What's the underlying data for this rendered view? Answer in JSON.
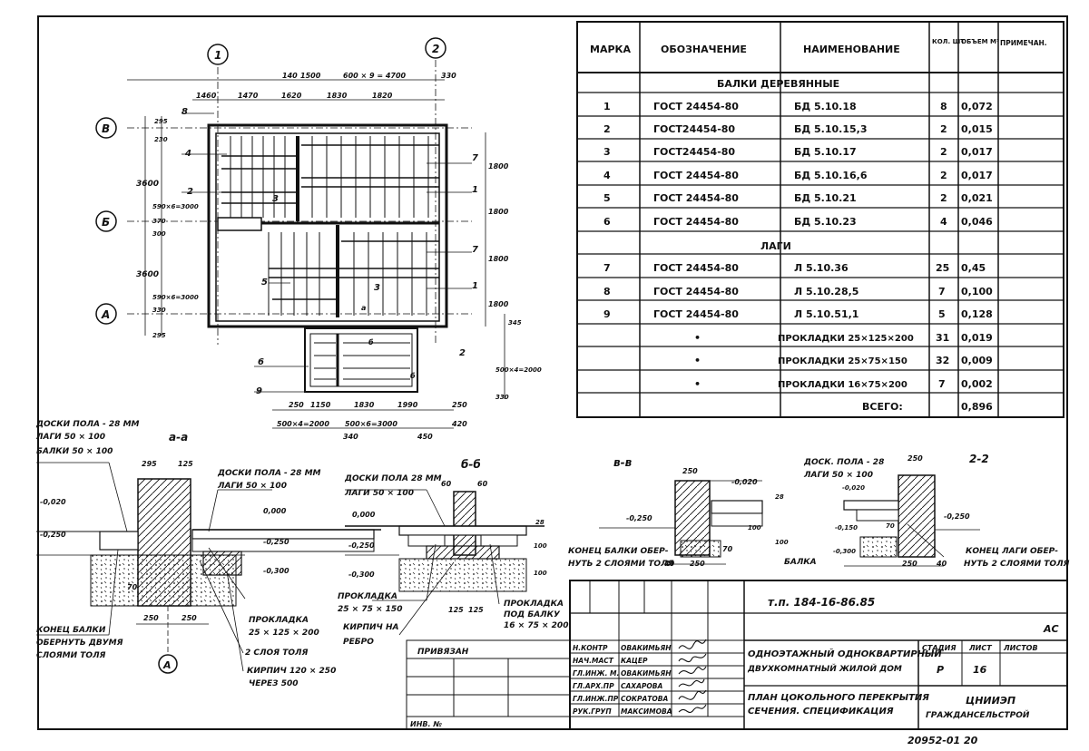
{
  "spec_table": {
    "headers": [
      "МАРКА",
      "ОБОЗНАЧЕНИЕ",
      "НАИМЕНОВАНИЕ",
      "КОЛ. ШТ",
      "ОБЪЕМ М³",
      "ПРИМЕЧАН."
    ],
    "section_beams": "БАЛКИ ДЕРЕВЯННЫЕ",
    "section_joists": "ЛАГИ",
    "beams": [
      {
        "mark": "1",
        "code": "ГОСТ 24454-80",
        "name": "БД 5.10.18",
        "qty": "8",
        "vol": "0,072"
      },
      {
        "mark": "2",
        "code": "ГОСТ24454-80",
        "name": "БД 5.10.15,3",
        "qty": "2",
        "vol": "0,015"
      },
      {
        "mark": "3",
        "code": "ГОСТ24454-80",
        "name": "БД 5.10.17",
        "qty": "2",
        "vol": "0,017"
      },
      {
        "mark": "4",
        "code": "ГОСТ 24454-80",
        "name": "БД 5.10.16,6",
        "qty": "2",
        "vol": "0,017"
      },
      {
        "mark": "5",
        "code": "ГОСТ 24454-80",
        "name": "БД 5.10.21",
        "qty": "2",
        "vol": "0,021"
      },
      {
        "mark": "6",
        "code": "ГОСТ 24454-80",
        "name": "БД 5.10.23",
        "qty": "4",
        "vol": "0,046"
      }
    ],
    "joists": [
      {
        "mark": "7",
        "code": "ГОСТ 24454-80",
        "name": "Л 5.10.36",
        "qty": "25",
        "vol": "0,45"
      },
      {
        "mark": "8",
        "code": "ГОСТ 24454-80",
        "name": "Л 5.10.28,5",
        "qty": "7",
        "vol": "0,100"
      },
      {
        "mark": "9",
        "code": "ГОСТ 24454-80",
        "name": "Л 5.10.51,1",
        "qty": "5",
        "vol": "0,128"
      }
    ],
    "pads": [
      {
        "mark": "•",
        "name": "ПРОКЛАДКИ 25×125×200",
        "qty": "31",
        "vol": "0,019"
      },
      {
        "mark": "•",
        "name": "ПРОКЛАДКИ 25×75×150",
        "qty": "32",
        "vol": "0,009"
      },
      {
        "mark": "•",
        "name": "ПРОКЛАДКИ 16×75×200",
        "qty": "7",
        "vol": "0,002"
      }
    ],
    "total_label": "ВСЕГО:",
    "total_vol": "0,896"
  },
  "plan": {
    "axes": {
      "a1": "1",
      "a2": "2",
      "aB": "В",
      "aBb": "Б",
      "aA": "А"
    },
    "dims_top": {
      "d140": "140",
      "d1500": "1500",
      "dmain": "600 × 9 = 4700",
      "d330": "330",
      "d1460": "1460",
      "d1470": "1470",
      "d1620": "1620",
      "d1830": "1830",
      "d1820": "1820"
    },
    "dims_left": {
      "d295": "295",
      "d230": "230",
      "d3600a": "3600",
      "d3000a": "590×6=3000",
      "d370": "370",
      "d300": "300",
      "d3600b": "3600",
      "d3000b": "590×6=3000",
      "d330": "330",
      "d295b": "295"
    },
    "dims_right": {
      "r1800a": "1800",
      "r1800b": "1800",
      "r1800c": "1800",
      "r1800d": "1800",
      "r345": "345",
      "r2000": "500×4=2000",
      "r330": "330"
    },
    "dims_bottom": {
      "b250": "250",
      "b1150": "1150",
      "b1830": "1830",
      "b1990": "1990",
      "b250b": "250",
      "b2000": "500×4=2000",
      "b3000": "500×6=3000",
      "b420": "420",
      "b340": "340",
      "b450": "450"
    },
    "marks": {
      "m8": "8",
      "m4": "4",
      "m2": "2",
      "m3": "3",
      "m7": "7",
      "m1": "1",
      "m7b": "7",
      "m5": "5",
      "m3b": "3",
      "m1b": "1",
      "m6": "6",
      "m9": "9",
      "mA": "а",
      "mB": "б",
      "mB2": "б",
      "m2b": "2"
    }
  },
  "sections": {
    "s1": {
      "title": "а-а",
      "lbl1": "ДОСКИ ПОЛА - 28 ММ",
      "lbl2": "ЛАГИ 50 × 100",
      "lbl3": "БАЛКИ 50 × 100",
      "lbl4": "ДОСКИ ПОЛА - 28 ММ",
      "lbl5": "ЛАГИ 50 × 100",
      "e1": "-0,020",
      "e2": "-0,250",
      "e3": "0,000",
      "e4": "-0,250",
      "e5": "-0,300",
      "d295": "295",
      "d125": "125",
      "d70": "70",
      "d250": "250",
      "d250b": "250",
      "n1": "КОНЕЦ БАЛКИ",
      "n2": "ОБЕРНУТЬ ДВУМЯ",
      "n3": "СЛОЯМИ ТОЛЯ",
      "n4": "ПРОКЛАДКА",
      "n5": "25 × 125 × 200",
      "n6": "2 СЛОЯ ТОЛЯ",
      "n7": "КИРПИЧ 120 × 250",
      "n8": "ЧЕРЕЗ 500",
      "axis": "А"
    },
    "s2": {
      "title": "б-б",
      "lbl1": "ДОСКИ ПОЛА 28 ММ",
      "lbl2": "ЛАГИ 50 × 100",
      "e1": "0,000",
      "e2": "-0,250",
      "e3": "-0,300",
      "d60a": "60",
      "d60b": "60",
      "d28": "28",
      "d100a": "100",
      "d100b": "100",
      "d125a": "125",
      "d125b": "125",
      "n1": "ПРОКЛАДКА",
      "n2": "25 × 75 × 150",
      "n3": "КИРПИЧ НА",
      "n4": "РЕБРО",
      "n5": "ПРОКЛАДКА",
      "n6": "ПОД БАЛКУ",
      "n7": "16 × 75 × 200"
    },
    "s3": {
      "title": "в-в",
      "d250": "250",
      "e1": "-0,020",
      "e2": "-0,250",
      "d70": "70",
      "d100": "100",
      "d28": "28",
      "d100b": "100",
      "d40": "40",
      "d250b": "250",
      "n1": "КОНЕЦ БАЛКИ ОБЕР-",
      "n2": "НУТЬ 2 СЛОЯМИ ТОЛЯ",
      "n3": "БАЛКА"
    },
    "s4": {
      "title": "2-2",
      "lbl1": "ДОСК. ПОЛА - 28",
      "lbl2": "ЛАГИ 50 × 100",
      "d250": "250",
      "e1": "-0,020",
      "e2": "-0,150",
      "e3": "-0,300",
      "e4": "-0,250",
      "d70": "70",
      "d250b": "250",
      "d40": "40",
      "n1": "КОНЕЦ ЛАГИ ОБЕР-",
      "n2": "НУТЬ 2 СЛОЯМИ ТОЛЯ"
    }
  },
  "title_block": {
    "doc_no": "т.п. 184-16-86.85",
    "privyazan": "ПРИВЯЗАН",
    "inv": "ИНВ. №",
    "roles": [
      {
        "role": "Н.КОНТР",
        "name": "ОВАКИМЬЯН"
      },
      {
        "role": "НАЧ.МАСТ",
        "name": "КАЦЕР"
      },
      {
        "role": "ГЛ.ИНЖ. М.",
        "name": "ОВАКИМЬЯН"
      },
      {
        "role": "ГЛ.АРХ.ПР",
        "name": "САХАРОВА"
      },
      {
        "role": "ГЛ.ИНЖ.ПР",
        "name": "СОКРАТОВА"
      },
      {
        "role": "РУК.ГРУП",
        "name": "МАКСИМОВА"
      }
    ],
    "stage_code": "АС",
    "project1": "ОДНОЭТАЖНЫЙ ОДНОКВАРТИРНЫЙ",
    "project2": "ДВУХКОМНАТНЫЙ ЖИЛОЙ ДОМ",
    "sheet1": "ПЛАН ЦОКОЛЬНОГО ПЕРЕКРЫТИЯ",
    "sheet2": "СЕЧЕНИЯ. СПЕЦИФИКАЦИЯ",
    "stage_h": "СТАДИЯ",
    "list_h": "ЛИСТ",
    "lists_h": "ЛИСТОВ",
    "stage": "Р",
    "list": "16",
    "org1": "ЦНИИЭП",
    "org2": "ГРАЖДАНСЕЛЬСТРОЙ",
    "archive": "20952-01 20"
  }
}
